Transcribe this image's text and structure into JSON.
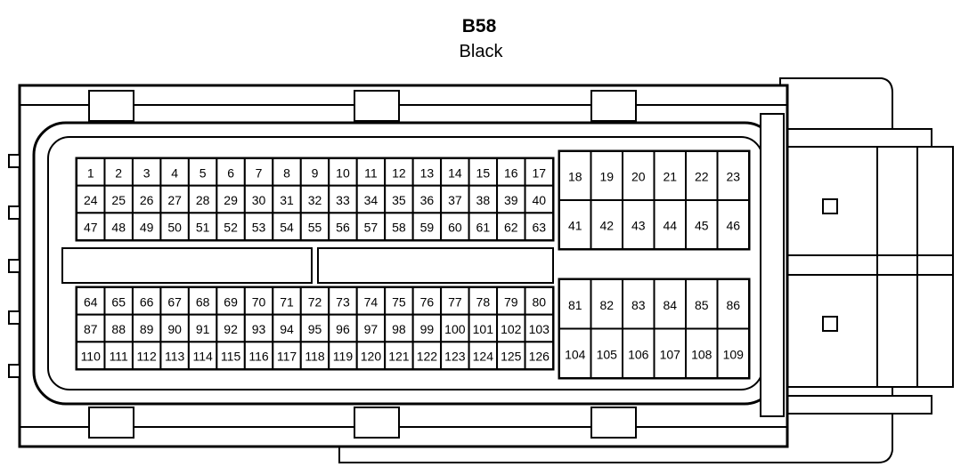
{
  "connector": {
    "id": "B58",
    "color": "Black"
  },
  "pins": {
    "left_upper": [
      [
        "1",
        "2",
        "3",
        "4",
        "5",
        "6",
        "7",
        "8",
        "9",
        "10",
        "11",
        "12",
        "13",
        "14",
        "15",
        "16",
        "17"
      ],
      [
        "24",
        "25",
        "26",
        "27",
        "28",
        "29",
        "30",
        "31",
        "32",
        "33",
        "34",
        "35",
        "36",
        "37",
        "38",
        "39",
        "40"
      ],
      [
        "47",
        "48",
        "49",
        "50",
        "51",
        "52",
        "53",
        "54",
        "55",
        "56",
        "57",
        "58",
        "59",
        "60",
        "61",
        "62",
        "63"
      ]
    ],
    "left_lower": [
      [
        "64",
        "65",
        "66",
        "67",
        "68",
        "69",
        "70",
        "71",
        "72",
        "73",
        "74",
        "75",
        "76",
        "77",
        "78",
        "79",
        "80"
      ],
      [
        "87",
        "88",
        "89",
        "90",
        "91",
        "92",
        "93",
        "94",
        "95",
        "96",
        "97",
        "98",
        "99",
        "100",
        "101",
        "102",
        "103"
      ],
      [
        "110",
        "111",
        "112",
        "113",
        "114",
        "115",
        "116",
        "117",
        "118",
        "119",
        "120",
        "121",
        "122",
        "123",
        "124",
        "125",
        "126"
      ]
    ],
    "right_upper": [
      [
        "18",
        "19",
        "20",
        "21",
        "22",
        "23"
      ],
      [
        "41",
        "42",
        "43",
        "44",
        "45",
        "46"
      ]
    ],
    "right_lower": [
      [
        "81",
        "82",
        "83",
        "84",
        "85",
        "86"
      ],
      [
        "104",
        "105",
        "106",
        "107",
        "108",
        "109"
      ]
    ]
  }
}
